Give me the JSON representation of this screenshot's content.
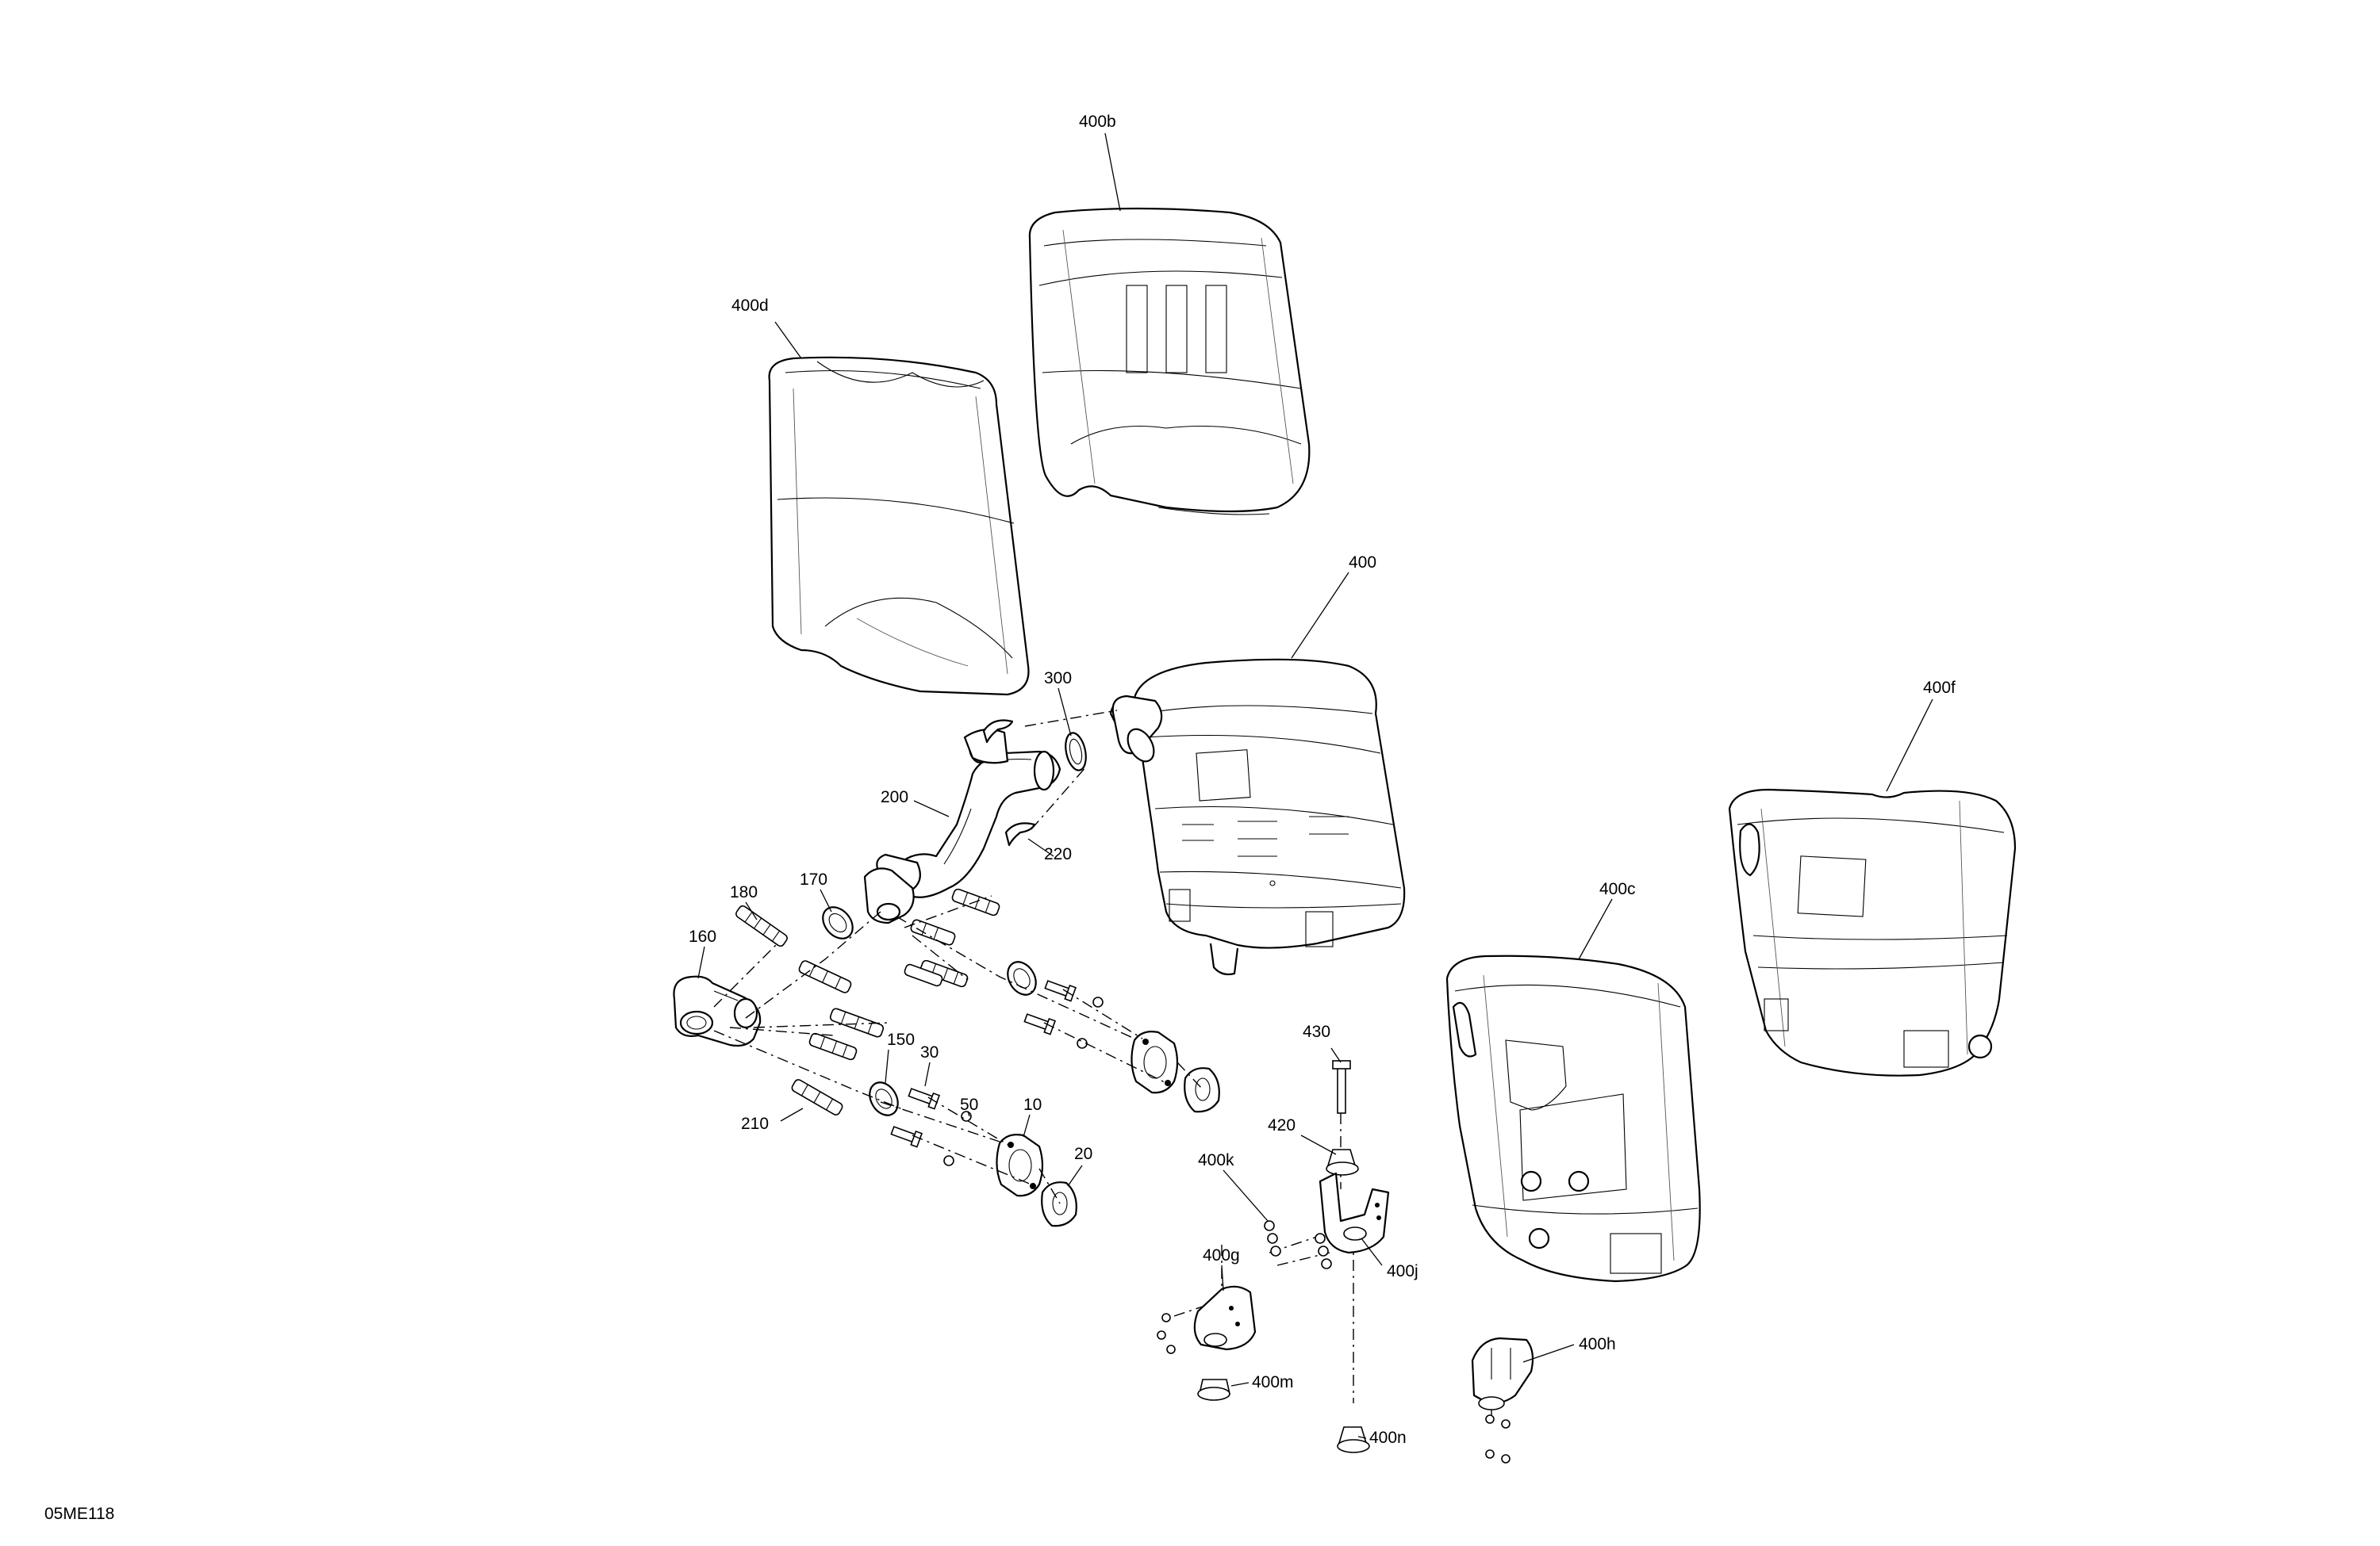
{
  "diagram": {
    "code": "05ME118",
    "callouts": {
      "c400b": "400b",
      "c400d": "400d",
      "c400": "400",
      "c300": "300",
      "c400f": "400f",
      "c200": "200",
      "c220": "220",
      "c170": "170",
      "c180": "180",
      "c160": "160",
      "c400c": "400c",
      "c430": "430",
      "c150": "150",
      "c30": "30",
      "c50": "50",
      "c10": "10",
      "c420": "420",
      "c210": "210",
      "c20": "20",
      "c400k": "400k",
      "c400j": "400j",
      "c400g": "400g",
      "c400h": "400h",
      "c400m": "400m",
      "c400n": "400n"
    }
  }
}
